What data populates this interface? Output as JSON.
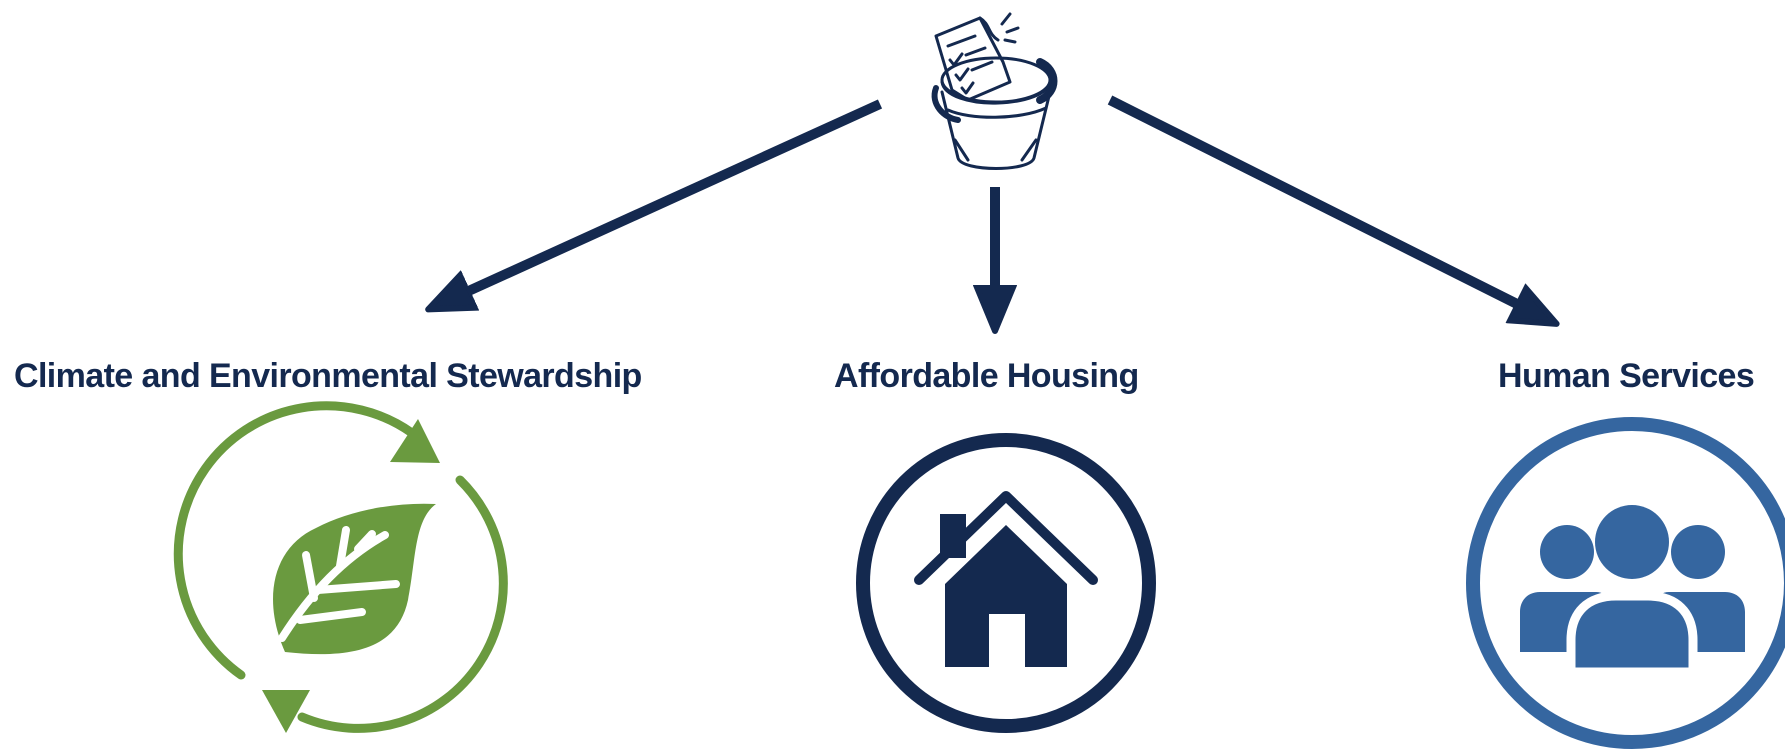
{
  "categories": [
    {
      "id": "climate",
      "label": "Climate and Environmental Stewardship",
      "icon": "leaf-recycle-icon",
      "color": "#6a9a3f"
    },
    {
      "id": "housing",
      "label": "Affordable Housing",
      "icon": "house-icon",
      "color": "#14294f"
    },
    {
      "id": "human",
      "label": "Human Services",
      "icon": "people-group-icon",
      "color": "#3566a0"
    }
  ],
  "source": {
    "icon": "bucket-checklist-icon",
    "color": "#14294f"
  },
  "colors": {
    "arrow": "#14294f",
    "text": "#14294f",
    "background": "#ffffff"
  }
}
